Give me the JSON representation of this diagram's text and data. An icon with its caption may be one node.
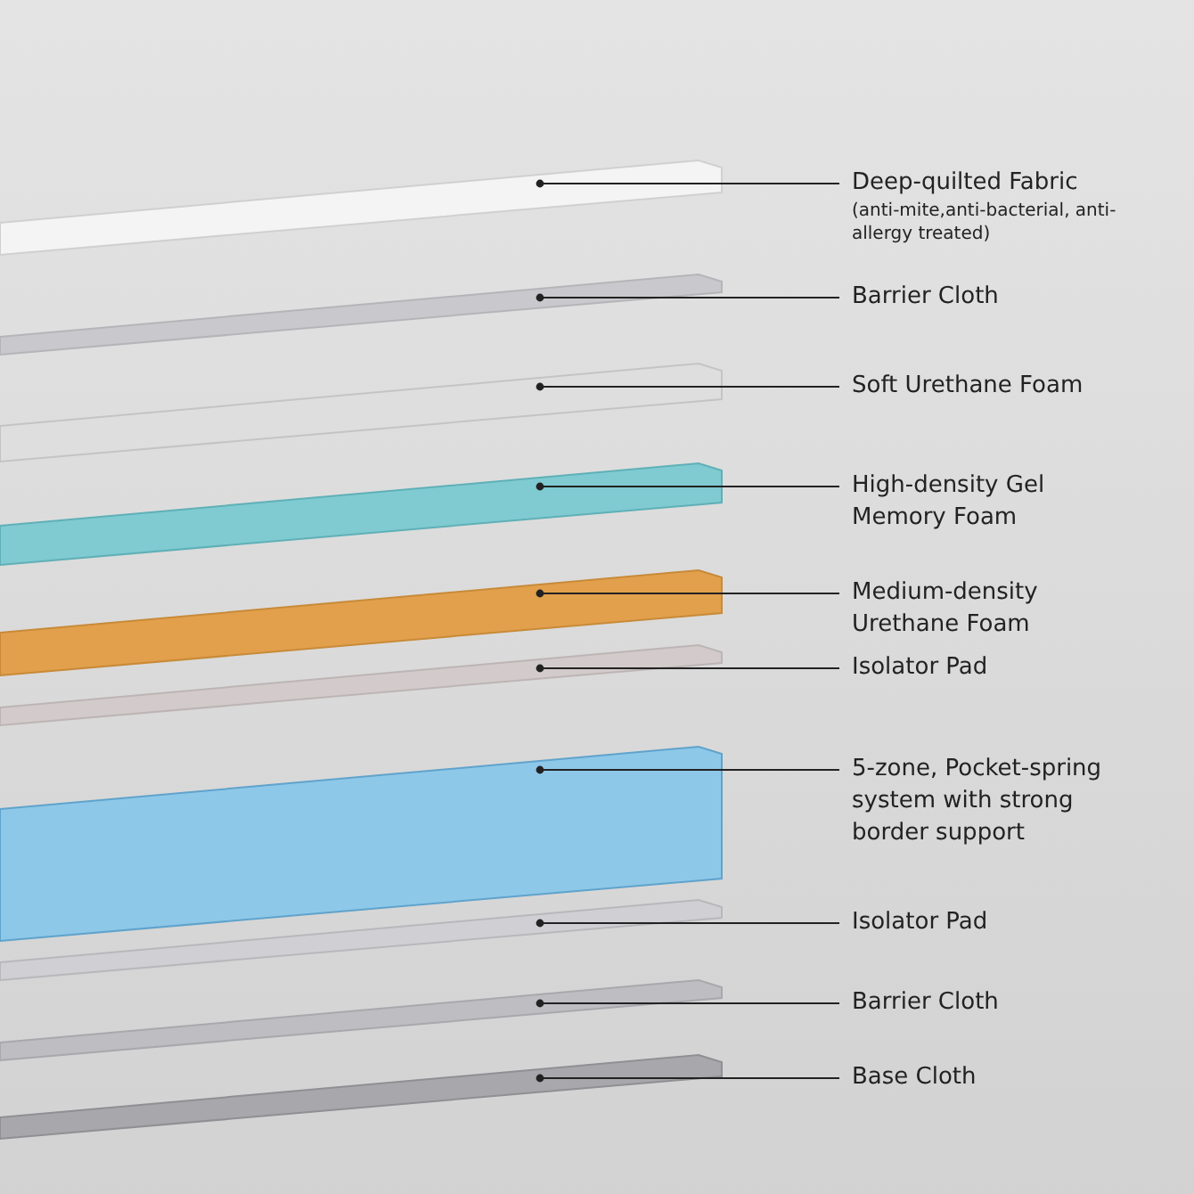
{
  "diagram": {
    "nodes": [
      {
        "text": [
          "Deep-quilted Fabric",
          "(anti-mite,anti-bacterial, anti-allergy treated)"
        ]
      },
      {
        "text": [
          "Barrier Cloth"
        ]
      },
      {
        "text": [
          "Soft Urethane Foam"
        ]
      },
      {
        "text": [
          "High-density Gel Memory Foam"
        ]
      },
      {
        "text": [
          "Medium-density Urethane Foam"
        ]
      },
      {
        "text": [
          "Isolator Pad"
        ]
      },
      {
        "text": [
          "5-zone, Pocket-spring system with strong border support"
        ]
      },
      {
        "text": [
          "Isolator Pad"
        ]
      },
      {
        "text": [
          "Barrier Cloth"
        ]
      },
      {
        "text": [
          "Base Cloth"
        ]
      },
      {
        "text": [],
        "shape": "picture"
      },
      {
        "text": [],
        "shape": "picture"
      },
      {
        "text": [],
        "shape": "picture"
      },
      {
        "text": [],
        "shape": "picture"
      },
      {
        "text": [],
        "shape": "picture"
      },
      {
        "text": [],
        "shape": "picture"
      },
      {
        "text": [],
        "shape": "picture"
      },
      {
        "text": [],
        "shape": "picture"
      },
      {
        "text": [],
        "shape": "picture"
      },
      {
        "text": [],
        "shape": "picture"
      }
    ],
    "edges": [
      {
        "from": 0,
        "to": 10,
        "arrow": "other"
      },
      {
        "from": 1,
        "to": 11,
        "arrow": "other"
      },
      {
        "from": 2,
        "to": 12,
        "arrow": "other"
      },
      {
        "from": 3,
        "to": 13,
        "arrow": "other"
      },
      {
        "from": 4,
        "to": 14,
        "arrow": "other"
      },
      {
        "from": 5,
        "to": 15,
        "arrow": "other"
      },
      {
        "from": 6,
        "to": 16,
        "arrow": "other"
      },
      {
        "from": 7,
        "to": 17,
        "arrow": "other"
      },
      {
        "from": 8,
        "to": 18,
        "arrow": "other"
      },
      {
        "from": 9,
        "to": 19,
        "arrow": "other"
      }
    ]
  }
}
